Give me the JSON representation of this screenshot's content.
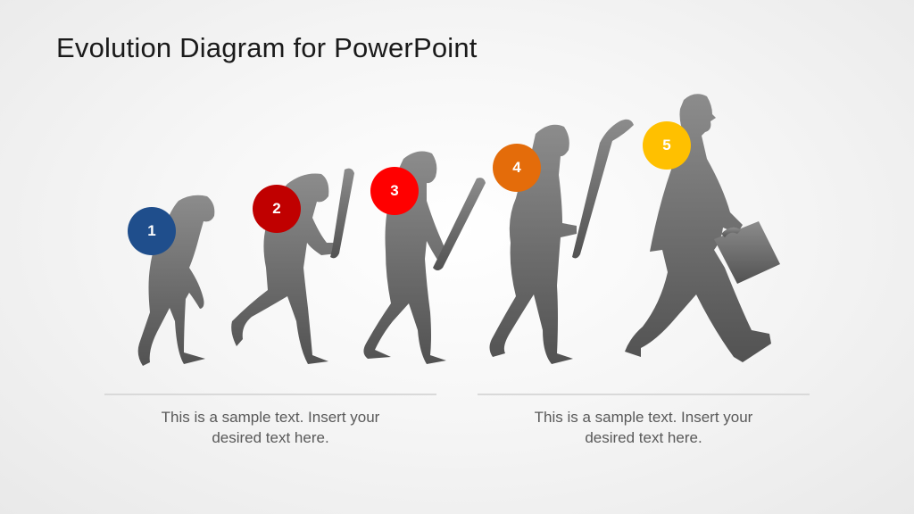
{
  "slide": {
    "title": "Evolution Diagram for PowerPoint"
  },
  "stages": [
    {
      "number": "1",
      "figure": "ape-silhouette",
      "color": "#1f4e8c"
    },
    {
      "number": "2",
      "figure": "early-hominid-with-club-silhouette",
      "color": "#c00000"
    },
    {
      "number": "3",
      "figure": "hominid-with-club-silhouette",
      "color": "#ff0000"
    },
    {
      "number": "4",
      "figure": "caveman-with-club-silhouette",
      "color": "#e46c0a"
    },
    {
      "number": "5",
      "figure": "businessman-with-briefcase-silhouette",
      "color": "#ffc000"
    }
  ],
  "captions": [
    {
      "text_line1": "This is a sample text. Insert your",
      "text_line2": "desired text here."
    },
    {
      "text_line1": "This is a sample text. Insert your",
      "text_line2": "desired text here."
    }
  ],
  "colors": {
    "silhouette_top": "#8a8a8a",
    "silhouette_bottom": "#555555",
    "divider": "#d9d9d9",
    "caption_text": "#595959"
  }
}
